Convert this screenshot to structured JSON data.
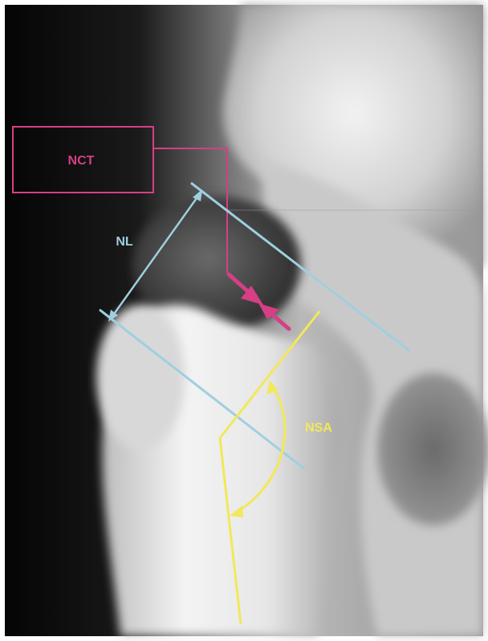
{
  "annotations": {
    "nct": {
      "label": "NCT",
      "color": "#d63f86"
    },
    "nl": {
      "label": "NL",
      "color": "#9fcfe0"
    },
    "nsa": {
      "label": "NSA",
      "color": "#f2e85a"
    }
  }
}
